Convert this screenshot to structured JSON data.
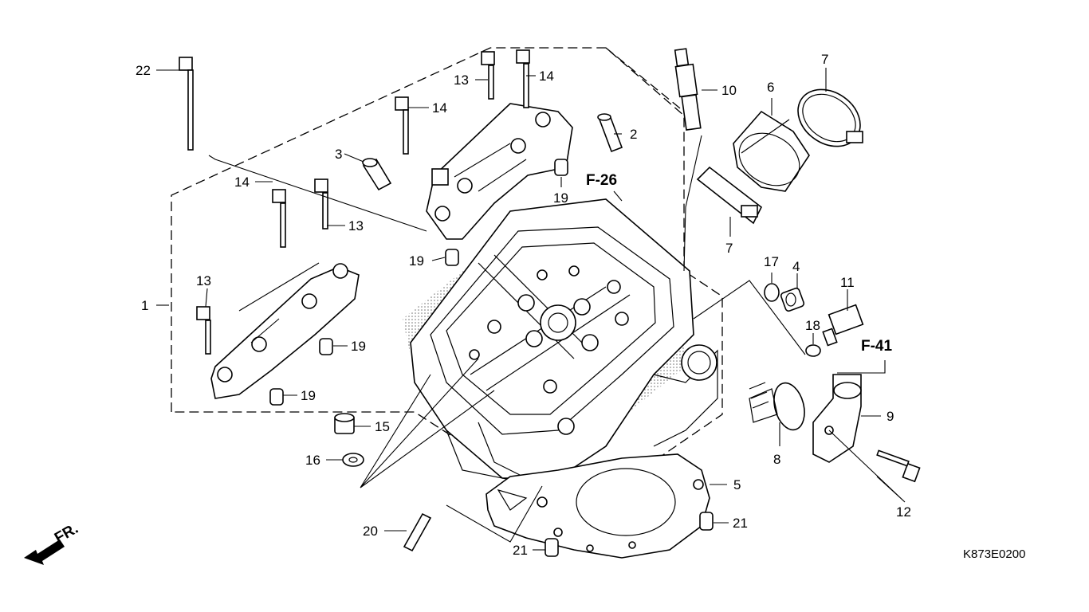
{
  "callouts": {
    "c1": "1",
    "c2": "2",
    "c3": "3",
    "c4": "4",
    "c5": "5",
    "c6": "6",
    "c7a": "7",
    "c7b": "7",
    "c8": "8",
    "c9": "9",
    "c10": "10",
    "c11": "11",
    "c12": "12",
    "c13a": "13",
    "c13b": "13",
    "c13c": "13",
    "c14a": "14",
    "c14b": "14",
    "c14c": "14",
    "c15": "15",
    "c16": "16",
    "c17": "17",
    "c18": "18",
    "c19a": "19",
    "c19b": "19",
    "c19c": "19",
    "c19d": "19",
    "c20": "20",
    "c21a": "21",
    "c21b": "21",
    "c22": "22"
  },
  "refs": {
    "f26": "F-26",
    "f41": "F-41"
  },
  "front_marker": "FR.",
  "diagram_code": "K873E0200"
}
